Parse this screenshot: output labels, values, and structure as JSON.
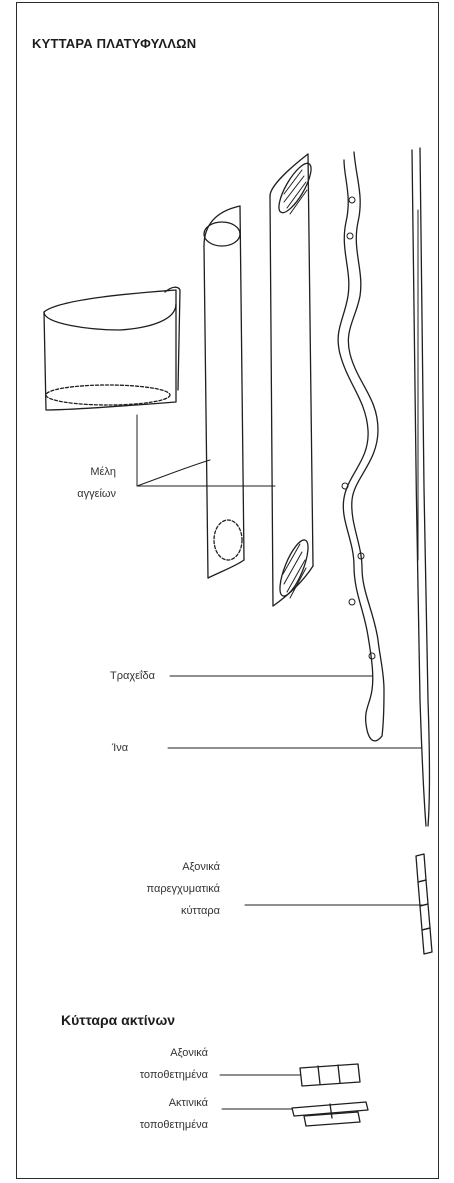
{
  "title": "ΚΥΤΤΑΡΑ ΠΛΑΤΥΦΥΛΛΩΝ",
  "labels": {
    "vessel_members_line1": "Μέλη",
    "vessel_members_line2": "αγγείων",
    "tracheid": "Τραχεΐδα",
    "fiber": "Ίνα",
    "axial_parenchyma_line1": "Αξονικά",
    "axial_parenchyma_line2": "παρεγχυματικά",
    "axial_parenchyma_line3": "κύτταρα"
  },
  "ray_cells": {
    "heading": "Κύτταρα ακτίνων",
    "axial_line1": "Αξονικά",
    "axial_line2": "τοποθετημένα",
    "radial_line1": "Ακτινικά",
    "radial_line2": "τοποθετημένα"
  }
}
